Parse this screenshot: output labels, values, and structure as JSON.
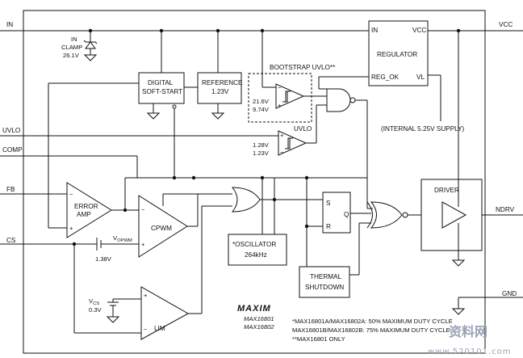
{
  "pins": {
    "in": "IN",
    "vcc": "VCC",
    "uvlo": "UVLO",
    "comp": "COMP",
    "fb": "FB",
    "cs": "CS",
    "ndrv": "NDRV",
    "gnd": "GND"
  },
  "clamp": {
    "line1": "IN",
    "line2": "CLAMP",
    "value": "26.1V"
  },
  "blocks": {
    "soft_start": {
      "line1": "DIGITAL",
      "line2": "SOFT-START"
    },
    "reference": {
      "line1": "REFERENCE",
      "line2": "1.23V"
    },
    "regulator": {
      "title": "REGULATOR",
      "in": "IN",
      "vcc": "VCC",
      "reg_ok": "REG_OK",
      "vl": "VL"
    },
    "oscillator": {
      "line1": "*OSCILLATOR",
      "line2": "264kHz"
    },
    "thermal": {
      "line1": "THERMAL",
      "line2": "SHUTDOWN"
    },
    "driver": {
      "title": "DRIVER"
    },
    "error_amp": {
      "line1": "ERROR",
      "line2": "AMP"
    },
    "cpwm": {
      "title": "CPWM"
    },
    "lim": {
      "title": "LIM"
    },
    "flipflop": {
      "s": "S",
      "r": "R",
      "q": "Q"
    }
  },
  "labels": {
    "bootstrap": "BOOTSTRAP UVLO**",
    "bootstrap_v1": "21.6V",
    "bootstrap_v2": "9.74V",
    "uvlo_comp": "UVLO",
    "uvlo_v1": "1.28V",
    "uvlo_v2": "1.23V",
    "supply": "(INTERNAL 5.25V SUPPLY)",
    "vopwm_main": "V",
    "vopwm_sub": "OPWM",
    "cs_offset": "1.38V",
    "vcs_main": "V",
    "vcs_sub": "CS",
    "vcs_value": "0.3V",
    "minus": "−",
    "plus": "+"
  },
  "brand": {
    "logo": "MAXIM",
    "part1": "MAX16801",
    "part2": "MAX16802"
  },
  "footnotes": [
    "*MAX16801A/MAX16802A: 50% MAXIMUM DUTY CYCLE",
    "MAX16801B/MAX16802B: 75% MAXIMUM DUTY CYCLE",
    "**MAX16801 ONLY"
  ],
  "watermark": {
    "text": "资料网",
    "url": "www.520101.com"
  }
}
